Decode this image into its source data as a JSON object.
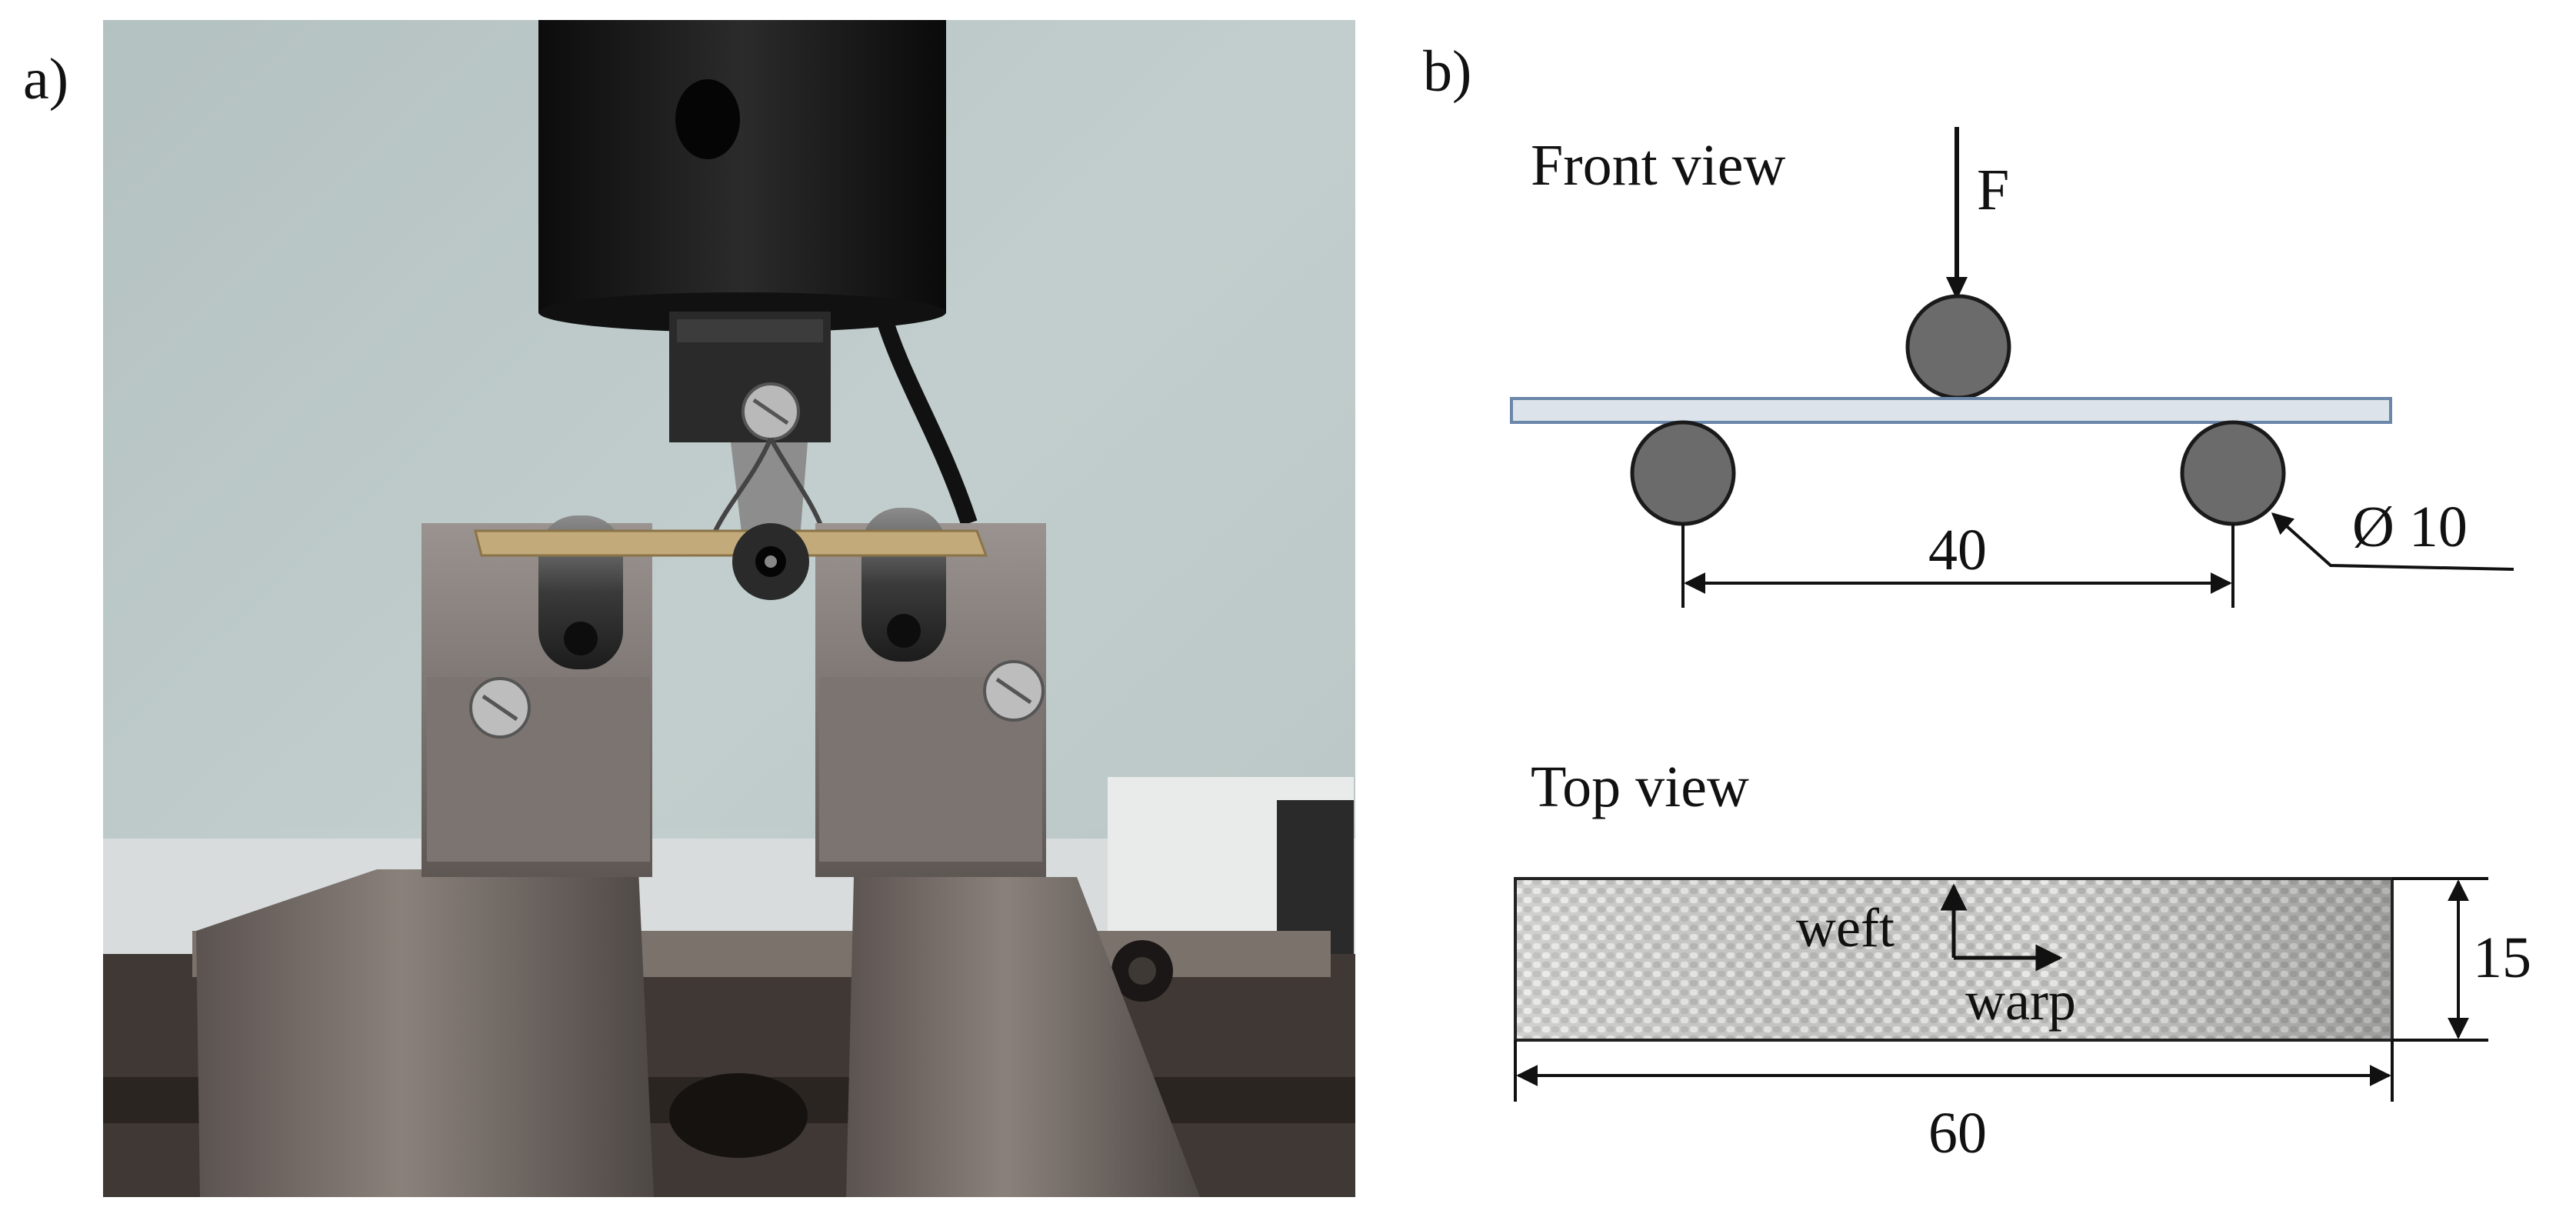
{
  "panel_a": {
    "label": "a)"
  },
  "panel_b": {
    "label": "b)",
    "front_view": {
      "title": "Front view",
      "force_label": "F",
      "span_label": "40",
      "diameter_label": "Ø 10"
    },
    "top_view": {
      "title": "Top view",
      "weft_label": "weft",
      "warp_label": "warp",
      "width_label": "15",
      "length_label": "60"
    }
  },
  "colors": {
    "roller": "#6b6b6b",
    "specimen_fill": "#dde3ea",
    "specimen_stroke": "#6a86a8",
    "backdrop": "#b9c6c6",
    "fixture_metal": "#6f6762",
    "weave_base": "#cfcfcd"
  }
}
